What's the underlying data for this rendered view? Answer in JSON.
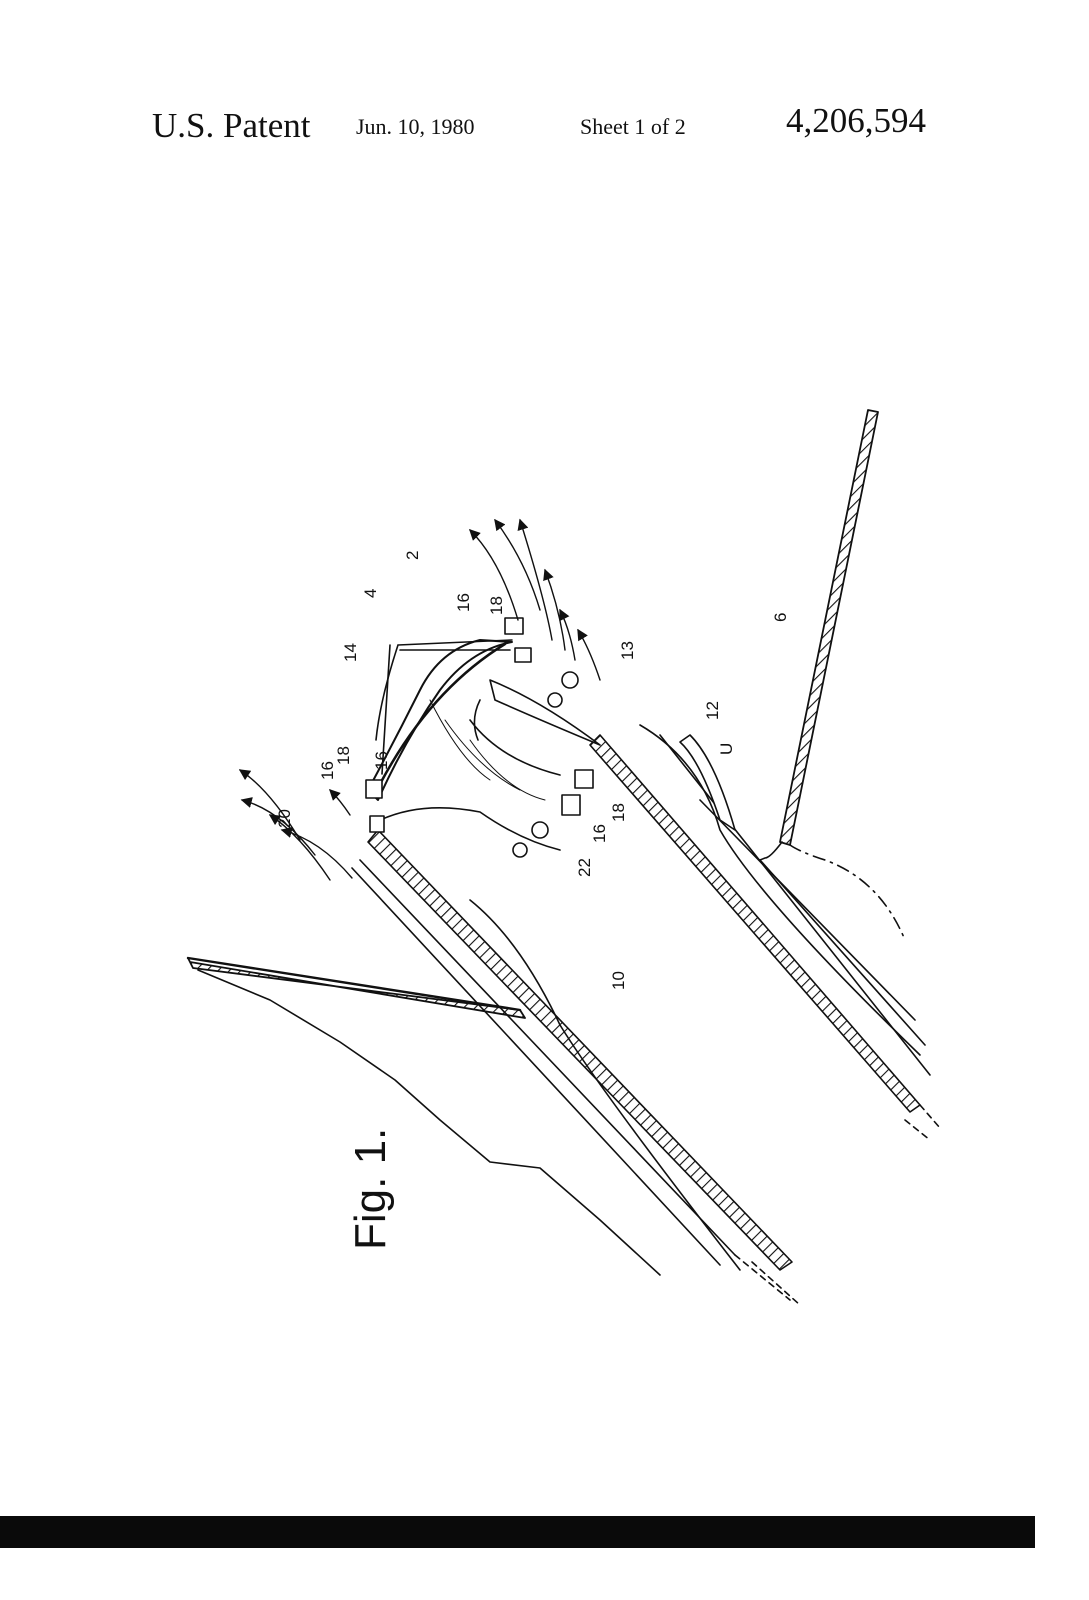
{
  "header": {
    "patent_label": "U.S. Patent",
    "date": "Jun. 10, 1980",
    "sheet": "Sheet 1 of 2",
    "patent_number": "4,206,594"
  },
  "figure": {
    "caption": "Fig. 1.",
    "reference_numerals": [
      "2",
      "4",
      "6",
      "10",
      "12",
      "13",
      "14",
      "16",
      "16",
      "16",
      "16",
      "18",
      "18",
      "18",
      "20",
      "22",
      "U"
    ]
  }
}
